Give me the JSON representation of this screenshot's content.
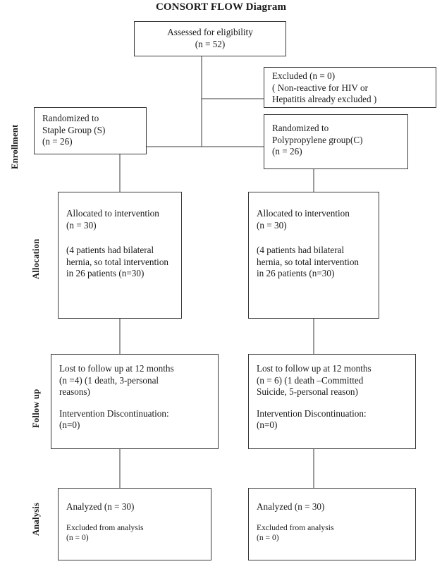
{
  "title": "CONSORT FLOW Diagram",
  "stages": [
    {
      "id": "enrollment",
      "label": "Enrollment"
    },
    {
      "id": "allocation",
      "label": "Allocation"
    },
    {
      "id": "follow-up",
      "label": "Follow up"
    },
    {
      "id": "analysis",
      "label": "Analysis"
    }
  ],
  "nodes": {
    "assessed": {
      "line1": "Assessed for eligibility",
      "line2": "(n = 52)"
    },
    "excluded": {
      "line1": "Excluded (n = 0)",
      "line2": "( Non-reactive for HIV or",
      "line3": "Hepatitis already excluded )"
    },
    "randomized_staple": {
      "line1": "Randomized to",
      "line2": "Staple Group (S)",
      "line3": "(n = 26)"
    },
    "randomized_poly": {
      "line1": "Randomized to",
      "line2": "Polypropylene group(C)",
      "line3": "(n = 26)"
    },
    "allocated_left": {
      "line1": "Allocated to intervention",
      "line2": "(n = 30)",
      "line3": "(4 patients had bilateral",
      "line4": "hernia, so total intervention",
      "line5": "in 26 patients (n=30)"
    },
    "allocated_right": {
      "line1": "Allocated to intervention",
      "line2": "(n = 30)",
      "line3": "(4 patients had bilateral",
      "line4": "hernia, so total intervention",
      "line5": "in 26 patients (n=30)"
    },
    "followup_left": {
      "line1": "Lost to follow up at 12 months",
      "line2": "(n =4) (1 death, 3-personal",
      "line3": "reasons)",
      "line4": "Intervention Discontinuation:",
      "line5": "(n=0)"
    },
    "followup_right": {
      "line1": "Lost to follow up at 12 months",
      "line2": "(n = 6) (1 death –Committed",
      "line3": "Suicide, 5-personal reason)",
      "line4": "Intervention Discontinuation:",
      "line5": "(n=0)"
    },
    "analysis_left": {
      "line1": "Analyzed (n = 30)",
      "line2": "Excluded from analysis",
      "line3": "(n = 0)"
    },
    "analysis_right": {
      "line1": "Analyzed (n = 30)",
      "line2": "Excluded from analysis",
      "line3": "(n = 0)"
    }
  },
  "colors": {
    "border": "#3a3a3a",
    "text": "#1a1a1a",
    "background": "#ffffff"
  },
  "chart_data": {
    "type": "diagram",
    "title": "CONSORT FLOW Diagram",
    "flow": [
      {
        "stage": "Enrollment",
        "node": "Assessed for eligibility",
        "n": 52
      },
      {
        "stage": "Enrollment",
        "node": "Excluded",
        "n": 0,
        "reason": "Non-reactive for HIV or Hepatitis already excluded"
      },
      {
        "stage": "Enrollment",
        "node": "Randomized to Staple Group (S)",
        "n": 26
      },
      {
        "stage": "Enrollment",
        "node": "Randomized to Polypropylene group(C)",
        "n": 26
      },
      {
        "stage": "Allocation",
        "node": "Allocated to intervention (Staple)",
        "n": 30
      },
      {
        "stage": "Allocation",
        "node": "Allocated to intervention (Polypropylene)",
        "n": 30
      },
      {
        "stage": "Follow up",
        "node": "Lost to follow up at 12 months (Staple)",
        "n": 4
      },
      {
        "stage": "Follow up",
        "node": "Lost to follow up at 12 months (Polypropylene)",
        "n": 6
      },
      {
        "stage": "Follow up",
        "node": "Intervention Discontinuation (Staple)",
        "n": 0
      },
      {
        "stage": "Follow up",
        "node": "Intervention Discontinuation (Polypropylene)",
        "n": 0
      },
      {
        "stage": "Analysis",
        "node": "Analyzed (Staple)",
        "n": 30
      },
      {
        "stage": "Analysis",
        "node": "Analyzed (Polypropylene)",
        "n": 30
      },
      {
        "stage": "Analysis",
        "node": "Excluded from analysis (Staple)",
        "n": 0
      },
      {
        "stage": "Analysis",
        "node": "Excluded from analysis (Polypropylene)",
        "n": 0
      }
    ]
  }
}
